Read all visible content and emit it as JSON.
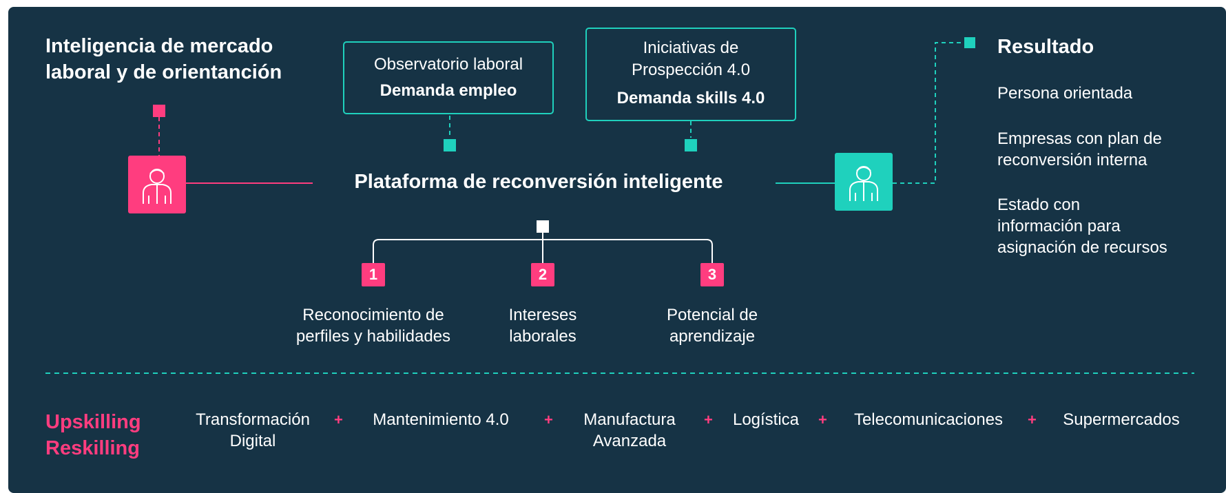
{
  "title": {
    "line1": "Inteligencia de mercado",
    "line2": "laboral y de orientanción"
  },
  "observatorio": {
    "line1": "Observatorio laboral",
    "line2": "Demanda empleo"
  },
  "iniciativas": {
    "line1": "Iniciativas de",
    "line2": "Prospección 4.0",
    "line3": "Demanda skills 4.0"
  },
  "platform": "Plataforma de reconversión inteligente",
  "steps": [
    {
      "number": "1",
      "line1": "Reconocimiento de",
      "line2": "perfiles y habilidades"
    },
    {
      "number": "2",
      "line1": "Intereses",
      "line2": "laborales"
    },
    {
      "number": "3",
      "line1": "Potencial de",
      "line2": "aprendizaje"
    }
  ],
  "result": {
    "title": "Resultado",
    "items": [
      {
        "lines": [
          "Persona orientada"
        ]
      },
      {
        "lines": [
          "Empresas con plan de",
          "reconversión interna"
        ]
      },
      {
        "lines": [
          "Estado con",
          "información para",
          "asignación de recursos"
        ]
      }
    ]
  },
  "upskilling": {
    "line1": "Upskilling",
    "line2": "Reskilling"
  },
  "sectors": [
    {
      "line1": "Transformación",
      "line2": "Digital"
    },
    {
      "line1": "Mantenimiento 4.0",
      "line2": ""
    },
    {
      "line1": "Manufactura",
      "line2": "Avanzada"
    },
    {
      "line1": "Logística",
      "line2": ""
    },
    {
      "line1": "Telecomunicaciones",
      "line2": ""
    },
    {
      "line1": "Supermercados",
      "line2": ""
    }
  ],
  "plus_symbol": "+",
  "icons": {
    "left_person": "person-icon",
    "right_person": "person-icon"
  },
  "colors": {
    "background": "#163345",
    "teal": "#1fd1bd",
    "pink": "#ff3d7f",
    "text": "#ffffff"
  }
}
